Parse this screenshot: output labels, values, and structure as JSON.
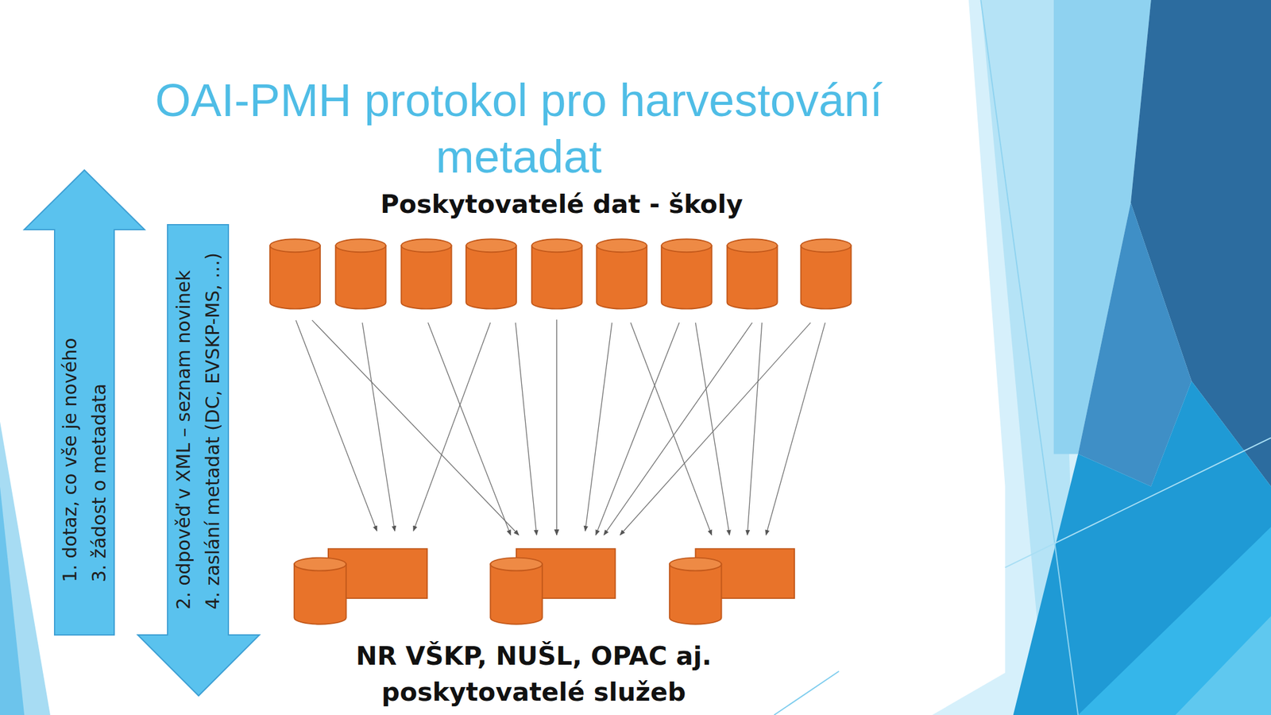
{
  "diagram": {
    "title": "OAI-PMH protokol pro harvestování metadat",
    "nodes": [
      {
        "text": [
          "1. dotaz, co vše je nového",
          "3. žádost o metadata"
        ]
      },
      {
        "text": [
          "2. odpověď v XML – seznam novinek",
          "4. zaslání metadat (DC, EVSKP-MS, …)"
        ]
      },
      {
        "text": [
          "Poskytovatelé dat - školy"
        ]
      },
      {
        "text": [
          "NR VŠKP, NUŠL, OPAC aj. poskytovatelé služeb"
        ]
      }
    ],
    "edges": [
      {
        "from": 2,
        "to": 3,
        "arrow": "to"
      }
    ]
  }
}
